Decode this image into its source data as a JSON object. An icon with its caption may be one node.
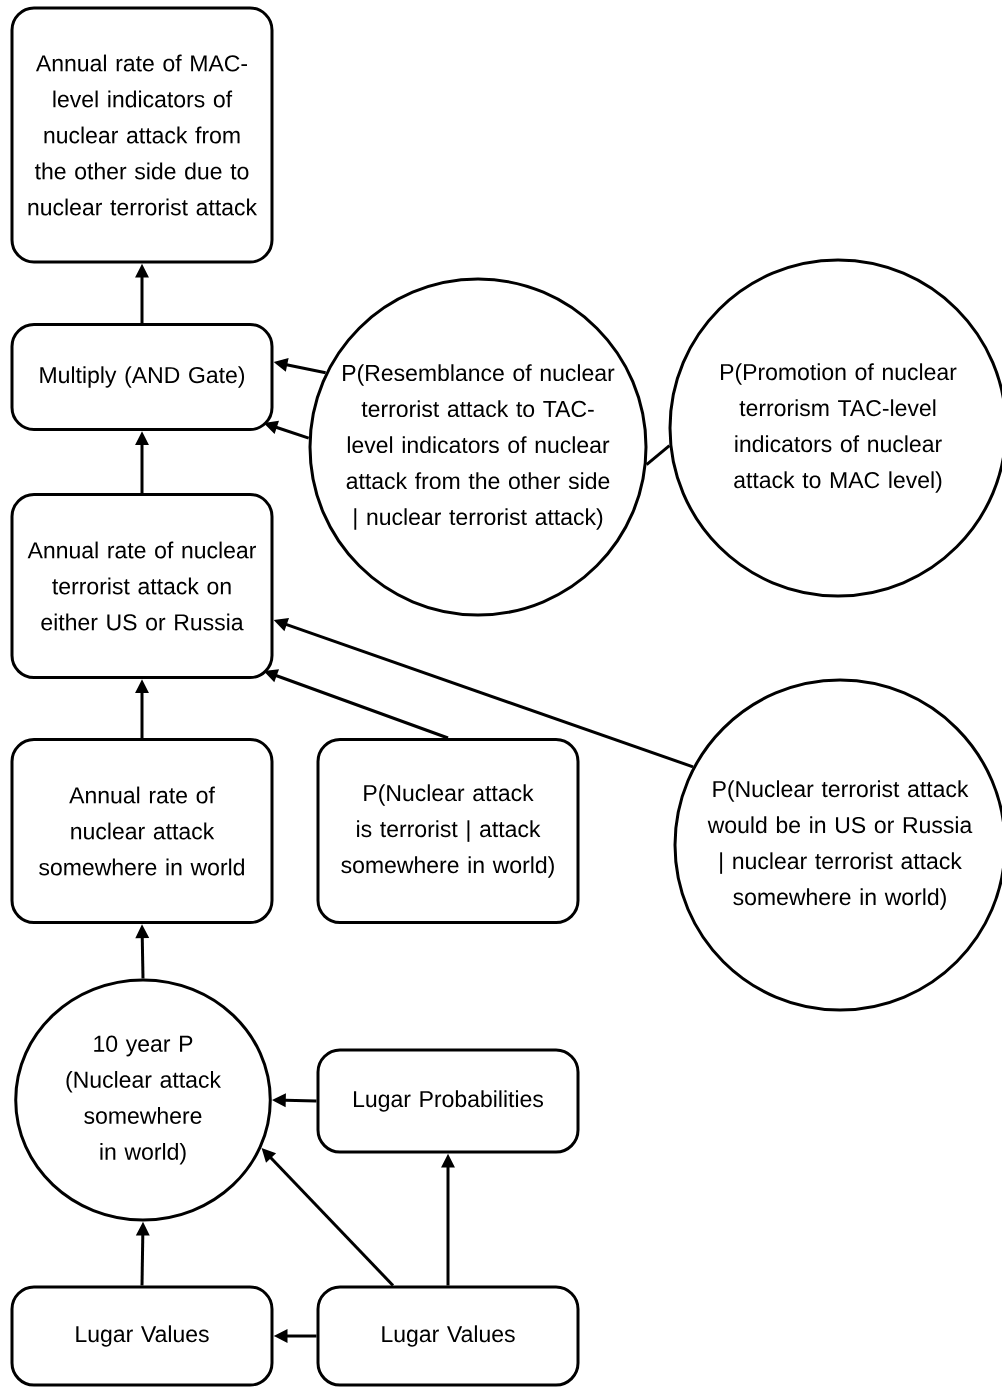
{
  "diagram": {
    "nodes": [
      {
        "text": [
          "Annual rate of MAC-level indicators of nuclear attack from the other side due to nuclear terrorist attack"
        ]
      },
      {
        "text": [
          "Multiply (AND Gate)"
        ]
      },
      {
        "text": [
          "P(Resemblance of nuclear terrorist attack to TAC-level indicators of nuclear attack from the other side | nuclear terrorist attack)"
        ]
      },
      {
        "text": [
          "P(Promotion of nuclear terrorism TAC-level indicators of nuclear attack to MAC level)"
        ]
      },
      {
        "text": [
          "Annual rate of nuclear terrorist attack on either US or Russia"
        ]
      },
      {
        "text": [
          "Annual rate of nuclear attack somewhere in world"
        ]
      },
      {
        "text": [
          "P(Nuclear attack is terrorist | attack somewhere in world)"
        ]
      },
      {
        "text": [
          "P(Nuclear terrorist attack would be in US or Russia | nuclear terrorist attack somewhere in world)"
        ]
      },
      {
        "text": [
          "10 year P (Nuclear attack somewhere in world)"
        ]
      },
      {
        "text": [
          "Lugar Probabilities"
        ]
      },
      {
        "text": [
          "Lugar Values"
        ]
      },
      {
        "text": [
          "Lugar Values"
        ]
      }
    ],
    "edges": [
      {
        "from": 1,
        "to": 0,
        "arrow": "to"
      },
      {
        "from": 2,
        "to": 1,
        "arrow": "to"
      },
      {
        "from": 2,
        "to": 1,
        "arrow": "to"
      },
      {
        "from": 3,
        "to": 2,
        "arrow": "none"
      },
      {
        "from": 4,
        "to": 1,
        "arrow": "to"
      },
      {
        "from": 5,
        "to": 4,
        "arrow": "to"
      },
      {
        "from": 6,
        "to": 4,
        "arrow": "to"
      },
      {
        "from": 7,
        "to": 4,
        "arrow": "to"
      },
      {
        "from": 8,
        "to": 5,
        "arrow": "to"
      },
      {
        "from": 9,
        "to": 8,
        "arrow": "to"
      },
      {
        "from": 11,
        "to": 8,
        "arrow": "to"
      },
      {
        "from": 11,
        "to": 9,
        "arrow": "to"
      },
      {
        "from": 10,
        "to": 8,
        "arrow": "to"
      },
      {
        "from": 11,
        "to": 10,
        "arrow": "to"
      }
    ]
  }
}
